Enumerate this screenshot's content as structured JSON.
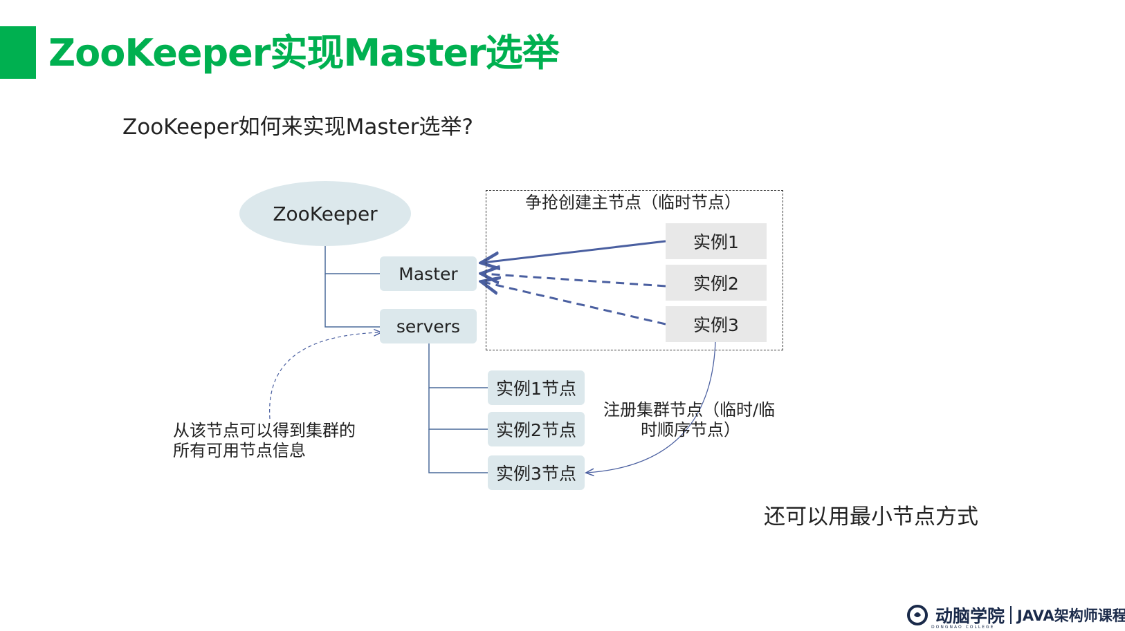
{
  "title": "ZooKeeper实现Master选举",
  "subtitle": "ZooKeeper如何来实现Master选举?",
  "diagram": {
    "zookeeper": "ZooKeeper",
    "master": "Master",
    "servers": "servers",
    "group_label": "争抢创建主节点（临时节点）",
    "instances": [
      "实例1",
      "实例2",
      "实例3"
    ],
    "instance_nodes": [
      "实例1节点",
      "实例2节点",
      "实例3节点"
    ],
    "register_label_line1": "注册集群节点（临时/临",
    "register_label_line2": "时顺序节点）",
    "servers_note_line1": "从该节点可以得到集群的",
    "servers_note_line2": "所有可用节点信息"
  },
  "note_right": "还可以用最小节点方式",
  "brand": {
    "logo": "动脑学院",
    "subtext": "DONGNAO COLLEGE",
    "course": "JAVA架构师课程"
  },
  "colors": {
    "accent": "#00b050",
    "node_fill": "#dce8ec",
    "instance_fill": "#e8e8e8",
    "arrow": "#4a5fa0"
  }
}
